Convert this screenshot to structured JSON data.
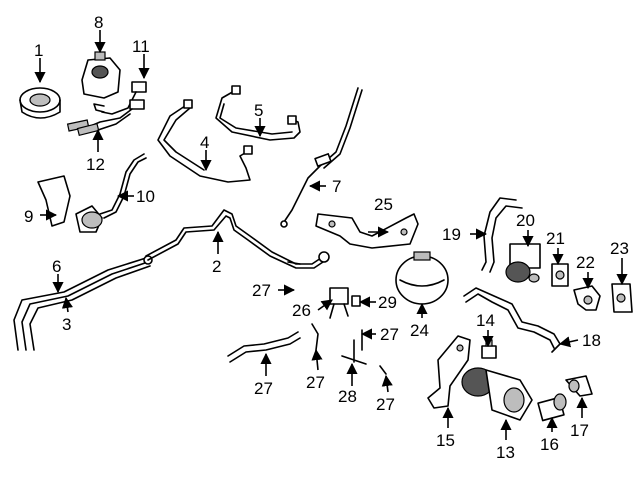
{
  "parts": [
    {
      "id": "p1",
      "number": "1"
    },
    {
      "id": "p2",
      "number": "2"
    },
    {
      "id": "p3",
      "number": "3"
    },
    {
      "id": "p4",
      "number": "4"
    },
    {
      "id": "p5",
      "number": "5"
    },
    {
      "id": "p6",
      "number": "6"
    },
    {
      "id": "p7",
      "number": "7"
    },
    {
      "id": "p8",
      "number": "8"
    },
    {
      "id": "p9",
      "number": "9"
    },
    {
      "id": "p10",
      "number": "10"
    },
    {
      "id": "p11",
      "number": "11"
    },
    {
      "id": "p12",
      "number": "12"
    },
    {
      "id": "p13",
      "number": "13"
    },
    {
      "id": "p14",
      "number": "14"
    },
    {
      "id": "p15",
      "number": "15"
    },
    {
      "id": "p16",
      "number": "16"
    },
    {
      "id": "p17",
      "number": "17"
    },
    {
      "id": "p18",
      "number": "18"
    },
    {
      "id": "p19",
      "number": "19"
    },
    {
      "id": "p20",
      "number": "20"
    },
    {
      "id": "p21",
      "number": "21"
    },
    {
      "id": "p22",
      "number": "22"
    },
    {
      "id": "p23",
      "number": "23"
    },
    {
      "id": "p24",
      "number": "24"
    },
    {
      "id": "p25",
      "number": "25"
    },
    {
      "id": "p26",
      "number": "26"
    },
    {
      "id": "p27",
      "number": "27"
    },
    {
      "id": "p28",
      "number": "28"
    },
    {
      "id": "p29",
      "number": "29"
    }
  ]
}
